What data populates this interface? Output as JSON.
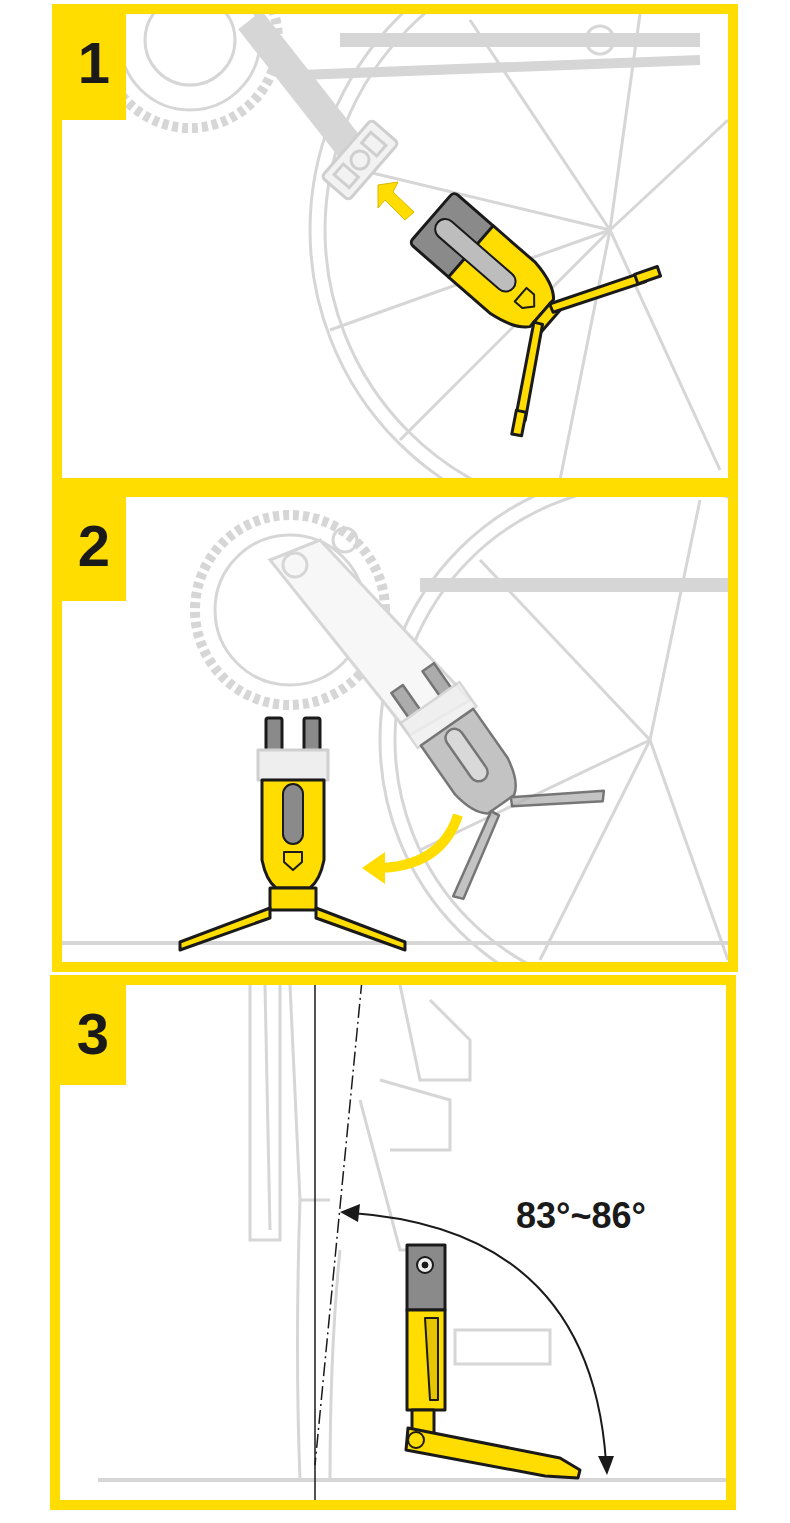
{
  "diagram": {
    "nodes": [
      {
        "text": [
          "1"
        ]
      },
      {
        "text": [
          "2"
        ]
      },
      {
        "text": [
          "3"
        ]
      }
    ],
    "labels": [
      "83°~86°"
    ]
  }
}
